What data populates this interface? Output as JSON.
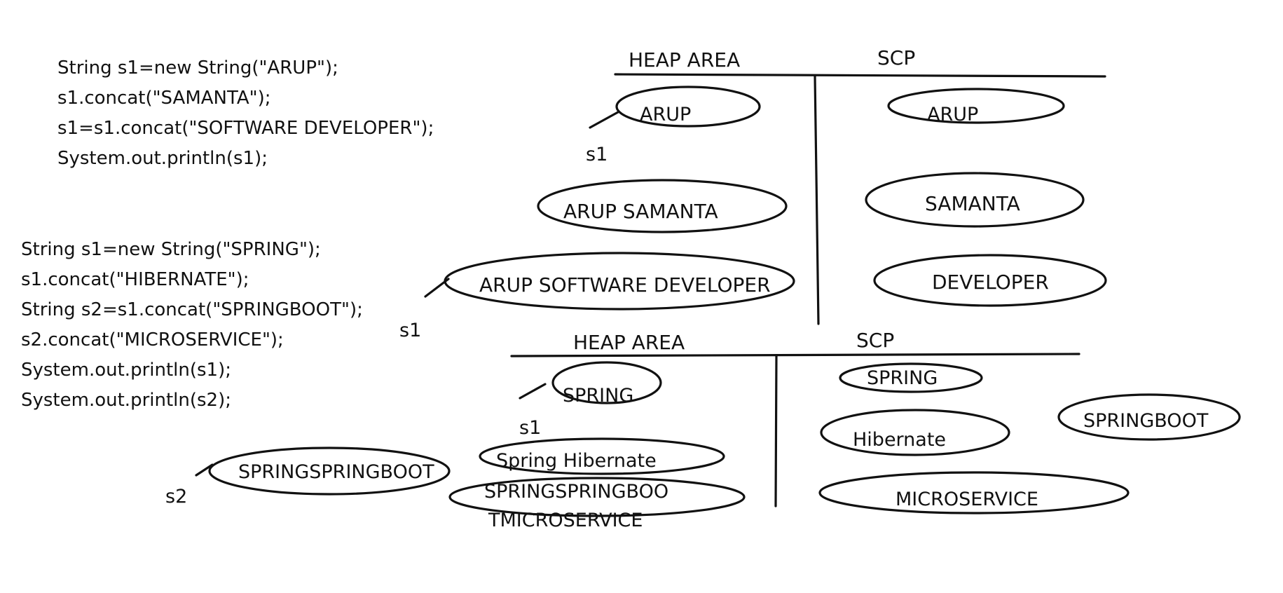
{
  "code_snippets": [
    {
      "lines": [
        "String s1=new String(\"ARUP\");",
        "s1.concat(\"SAMANTA\");",
        "s1=s1.concat(\"SOFTWARE DEVELOPER\");",
        "System.out.println(s1);"
      ]
    },
    {
      "lines": [
        "String s1=new String(\"SPRING\");",
        "s1.concat(\"HIBERNATE\");",
        "String s2=s1.concat(\"SPRINGBOOT\");",
        "s2.concat(\"MICROSERVICE\");",
        "System.out.println(s1);",
        "System.out.println(s2);"
      ]
    }
  ],
  "memory_diagrams": [
    {
      "heap_label": "HEAP AREA",
      "scp_label": "SCP",
      "heap_objects": [
        "ARUP",
        "ARUP SAMANTA",
        "ARUP SOFTWARE DEVELOPER"
      ],
      "scp_objects": [
        "ARUP",
        "SAMANTA",
        "DEVELOPER"
      ],
      "references": [
        "s1",
        "s1"
      ]
    },
    {
      "heap_label": "HEAP AREA",
      "scp_label": "SCP",
      "heap_objects": [
        "SPRING",
        "Spring Hibernate",
        "SPRINGSPRINGBOO",
        "TMICROSERVICE"
      ],
      "scp_objects": [
        "SPRING",
        "Hibernate",
        "SPRINGBOOT",
        "MICROSERVICE"
      ],
      "references": [
        "s1"
      ]
    }
  ],
  "outside_objects": [
    "SPRINGSPRINGBOOT"
  ],
  "outside_references": [
    "s2"
  ],
  "colors": {
    "ink": "#111111",
    "background": "#ffffff"
  }
}
